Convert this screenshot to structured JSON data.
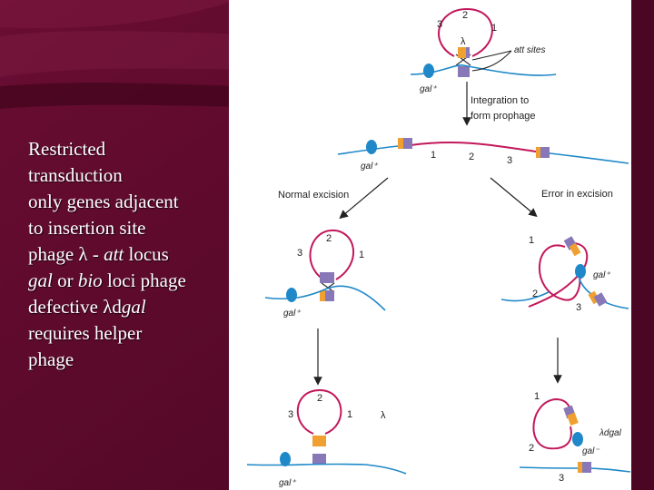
{
  "slide": {
    "lines": [
      {
        "prefix": "",
        "italic": "",
        "suffix": "  Restricted"
      },
      {
        "prefix": "transduction",
        "italic": "",
        "suffix": ""
      },
      {
        "prefix": "only genes adjacent",
        "italic": "",
        "suffix": ""
      },
      {
        "prefix": "to   insertion site",
        "italic": "",
        "suffix": ""
      },
      {
        "prefix": "phage λ  - ",
        "italic": "att",
        "suffix": " locus"
      },
      {
        "prefix": "",
        "italic": "gal",
        "suffix": " or "
      },
      {
        "prefix": "defective   λd",
        "italic": "gal",
        "suffix": ""
      },
      {
        "prefix": "  requires helper",
        "italic": "",
        "suffix": ""
      },
      {
        "prefix": "phage",
        "italic": "",
        "suffix": ""
      }
    ],
    "line6_bio": "bio",
    "line6_tail": " loci phage"
  },
  "diagram": {
    "labels": {
      "att_sites": "att sites",
      "integration": "Integration to",
      "form_prophage": "form prophage",
      "normal_excision": "Normal excision",
      "error_excision": "Error in excision",
      "gal_plus": "gal⁺",
      "gal_minus": "gal⁻",
      "lambda": "λ",
      "lambda_dgal": "λdgal"
    },
    "numbers": [
      "1",
      "2",
      "3"
    ]
  },
  "colors": {
    "background": "#5a0a2a",
    "phage_dna": "#c2185b",
    "bacterial_dna": "#1e88c8",
    "gal_gene": "#1e88c8",
    "att_orange": "#f0a030",
    "att_purple": "#8878b8"
  }
}
